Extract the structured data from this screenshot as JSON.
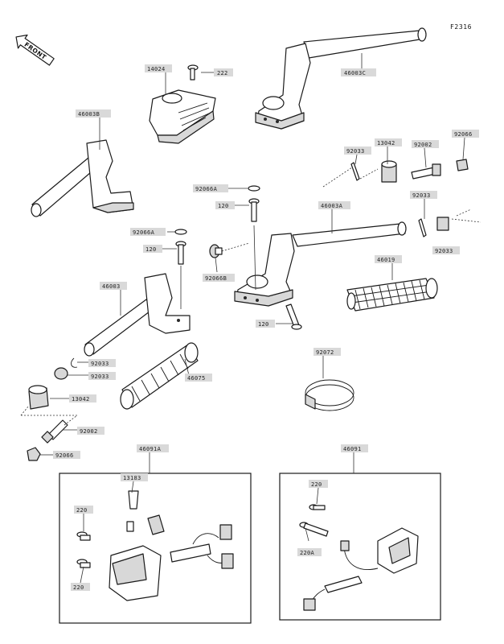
{
  "diagram": {
    "code": "F2316",
    "front_label": "FRONT",
    "labels": [
      {
        "id": "14024",
        "text": "14024"
      },
      {
        "id": "222",
        "text": "222"
      },
      {
        "id": "46003C",
        "text": "46003C"
      },
      {
        "id": "46003B",
        "text": "46003B"
      },
      {
        "id": "13042-a",
        "text": "13042"
      },
      {
        "id": "92002-a",
        "text": "92002"
      },
      {
        "id": "92066-a",
        "text": "92066"
      },
      {
        "id": "92033-a",
        "text": "92033"
      },
      {
        "id": "92066A-a",
        "text": "92066A"
      },
      {
        "id": "120-a",
        "text": "120"
      },
      {
        "id": "46003A",
        "text": "46003A"
      },
      {
        "id": "92033-b",
        "text": "92033"
      },
      {
        "id": "92066A-b",
        "text": "92066A"
      },
      {
        "id": "120-b",
        "text": "120"
      },
      {
        "id": "92066B",
        "text": "92066B"
      },
      {
        "id": "92033-c",
        "text": "92033"
      },
      {
        "id": "46019",
        "text": "46019"
      },
      {
        "id": "46003",
        "text": "46003"
      },
      {
        "id": "120-c",
        "text": "120"
      },
      {
        "id": "92072",
        "text": "92072"
      },
      {
        "id": "92033-d",
        "text": "92033"
      },
      {
        "id": "92033-e",
        "text": "92033"
      },
      {
        "id": "46075",
        "text": "46075"
      },
      {
        "id": "13042-b",
        "text": "13042"
      },
      {
        "id": "92002-b",
        "text": "92002"
      },
      {
        "id": "92066-b",
        "text": "92066"
      },
      {
        "id": "46091A",
        "text": "46091A"
      },
      {
        "id": "13183",
        "text": "13183"
      },
      {
        "id": "220-a",
        "text": "220"
      },
      {
        "id": "220-b",
        "text": "220"
      },
      {
        "id": "46091",
        "text": "46091"
      },
      {
        "id": "220-c",
        "text": "220"
      },
      {
        "id": "220A",
        "text": "220A"
      }
    ]
  }
}
